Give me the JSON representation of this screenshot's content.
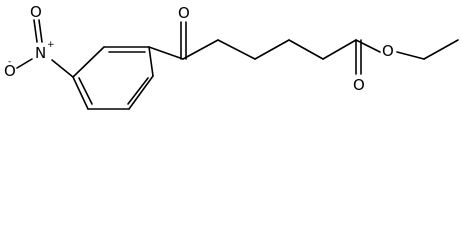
{
  "structure": {
    "atom_labels": {
      "nitro_oxygen_top": "O",
      "nitro_nitrogen": "N",
      "nitro_oxygen_minus": "O",
      "ketone_oxygen": "O",
      "ester_oxygen": "O",
      "carbonyl_oxygen": "O"
    },
    "charges": {
      "nitrogen": "+",
      "oxygen": "-"
    }
  }
}
